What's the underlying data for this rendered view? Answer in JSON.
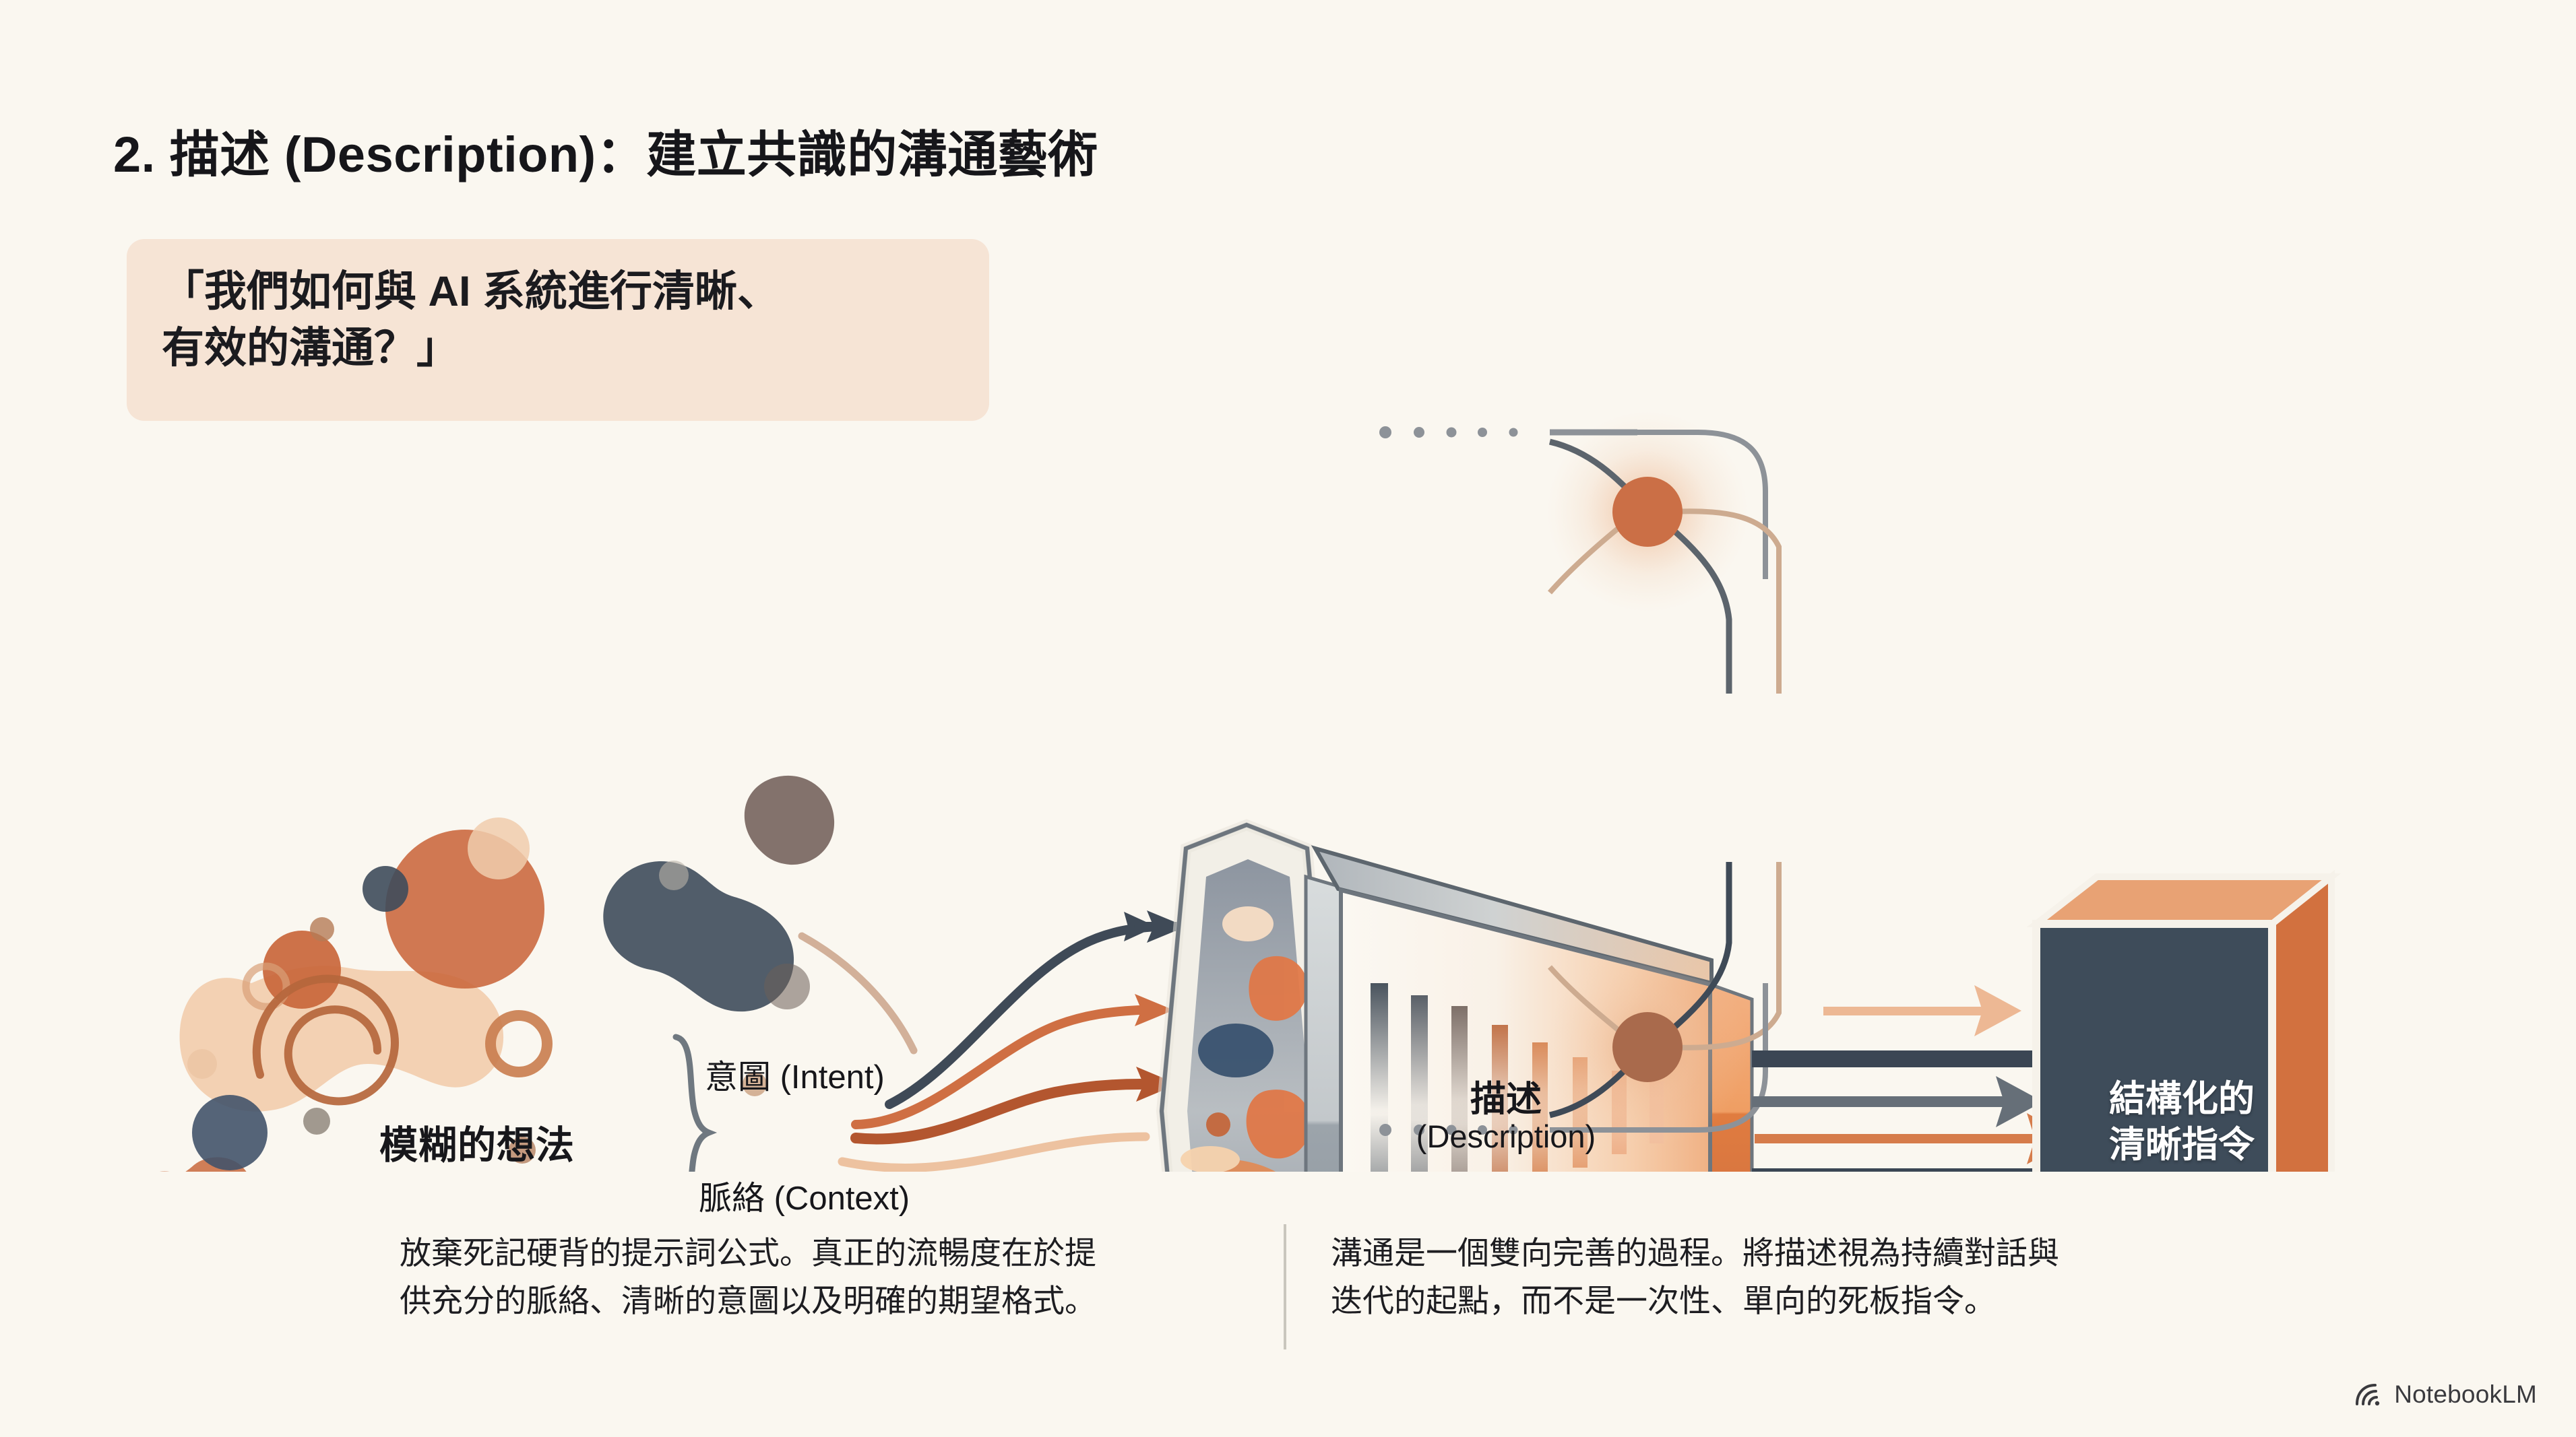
{
  "slide": {
    "background_color": "#faf7f0",
    "title": "2. 描述 (Description)：建立共識的溝通藝術"
  },
  "quote": {
    "text": "「我們如何與 AI 系統進行清晰、\n有效的溝通？」",
    "background_color": "#f6e4d5"
  },
  "diagram": {
    "input_label": "模糊的想法",
    "input_branches": [
      {
        "label": "意圖 (Intent)"
      },
      {
        "label": "脈絡 (Context)"
      }
    ],
    "process_label_zh": "描述",
    "process_label_en": "(Description)",
    "output_label": "結構化的\n清晰指令",
    "colors": {
      "terracotta": "#cf6f43",
      "terracotta_deep": "#b55a33",
      "peach": "#eeb48c",
      "peach_light": "#f6d6bd",
      "slate": "#3b4a5a",
      "slate_dark": "#2f3b48",
      "gray": "#7b848d",
      "gray_light": "#b9bfc4",
      "cream": "#faf7f0",
      "box_face": "#3e4c5a",
      "box_side": "#d2713f",
      "box_top": "#e8a274"
    }
  },
  "footer": {
    "left_caption": "放棄死記硬背的提示詞公式。真正的流暢度在於提\n供充分的脈絡、清晰的意圖以及明確的期望格式。",
    "right_caption": "溝通是一個雙向完善的過程。將描述視為持續對話與\n迭代的起點，而不是一次性、單向的死板指令。"
  },
  "watermark": {
    "label": "NotebookLM"
  }
}
